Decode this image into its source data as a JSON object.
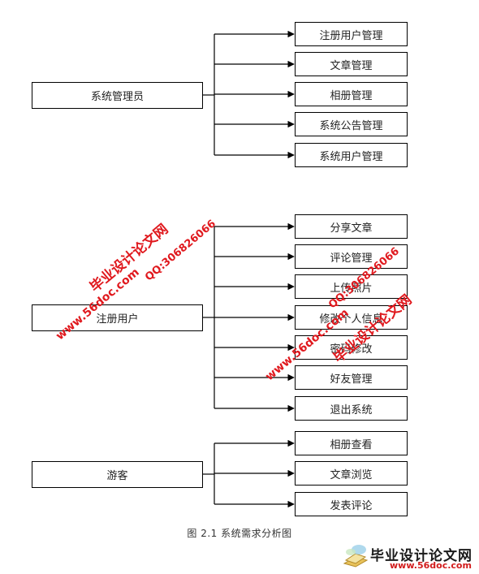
{
  "groups": [
    {
      "label": "系统管理员",
      "items": [
        "注册用户管理",
        "文章管理",
        "相册管理",
        "系统公告管理",
        "系统用户管理"
      ]
    },
    {
      "label": "注册用户",
      "items": [
        "分享文章",
        "评论管理",
        "上传照片",
        "修改个人信息",
        "密码修改",
        "好友管理",
        "退出系统"
      ]
    },
    {
      "label": "游客",
      "items": [
        "相册查看",
        "文章浏览",
        "发表评论"
      ]
    }
  ],
  "caption": "图 2.1  系统需求分析图",
  "watermark": {
    "name": "毕业设计论文网",
    "site": "www.56doc.com",
    "qq": "QQ:306826066"
  },
  "logo": {
    "title": "毕业设计论文网",
    "url": "www.56doc.com"
  }
}
